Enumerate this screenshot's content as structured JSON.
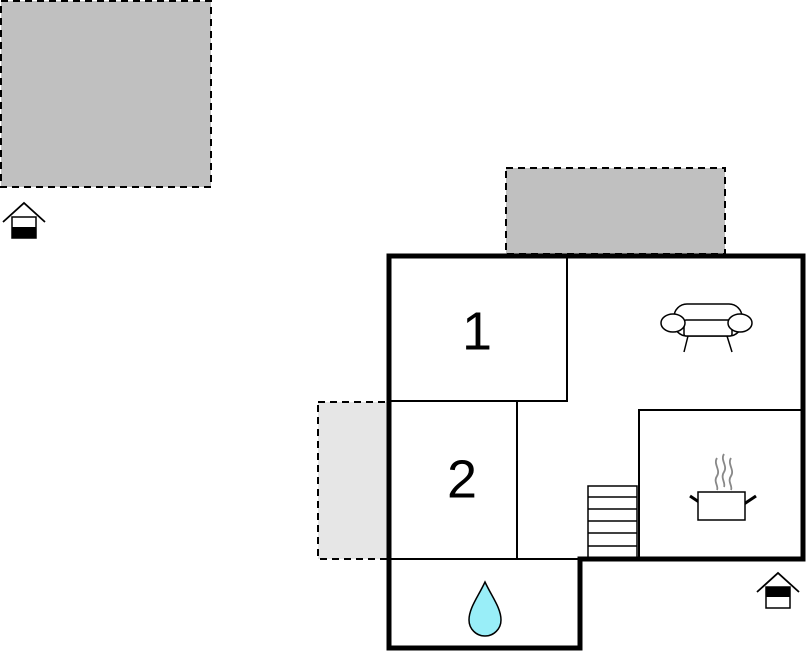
{
  "floorplan": {
    "rooms": [
      {
        "id": "bedroom-1",
        "label": "1"
      },
      {
        "id": "bedroom-2",
        "label": "2"
      }
    ],
    "icons": {
      "living_room": "sofa-icon",
      "kitchen": "cooking-pot-icon",
      "bathroom": "water-drop-icon",
      "stairs": "stairs-icon",
      "entrance": "house-entrance-icon"
    },
    "colors": {
      "wall": "#000000",
      "outdoor_area": "#c0c0c0",
      "outdoor_area_light": "#e6e6e6",
      "water": "#99eef8",
      "steam": "#888888"
    }
  }
}
